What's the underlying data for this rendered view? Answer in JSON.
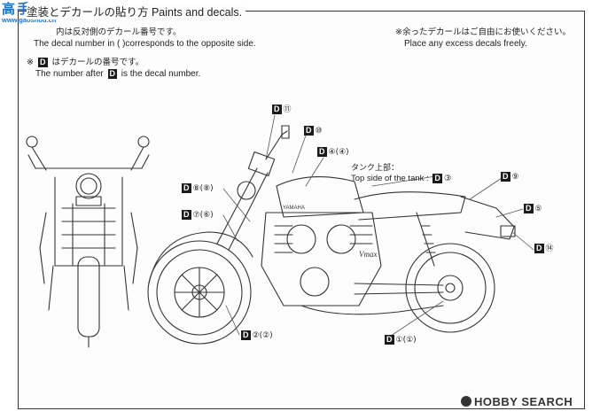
{
  "watermark": {
    "cn_logo": "高手",
    "cn_url": "www.gaoshou.cn"
  },
  "heading": {
    "text": "塗装とデカールの貼り方 Paints and decals."
  },
  "notes": {
    "opposite_jp": "内は反対側のデカール番号です。",
    "opposite_en_a": "The decal number in (",
    "opposite_en_b": ")corresponds to the opposite side.",
    "excess_jp": "※余ったデカールはご自由にお使いください。",
    "excess_en": "Place any excess decals freely.",
    "decal_jp_pre": "※",
    "decal_jp_post": "はデカールの番号です。",
    "decal_en_pre": "The number after",
    "decal_en_post": "is the decal number.",
    "d_letter": "D"
  },
  "callouts": [
    {
      "num": "⑪"
    },
    {
      "num": "⑩"
    },
    {
      "num": "④(④)"
    },
    {
      "num": "③"
    },
    {
      "num": "⑨"
    },
    {
      "num": "⑤"
    },
    {
      "num": "⑭"
    },
    {
      "num": "⑧(⑧)"
    },
    {
      "num": "⑦(⑥)"
    },
    {
      "num": "②(②)"
    },
    {
      "num": "①(①)"
    }
  ],
  "tank": {
    "jp": "タンク上部：",
    "en": "Top side of the tank :"
  },
  "bike_text": {
    "tank_brand": "YAMAHA",
    "side_logo": "Vmax"
  },
  "footer": {
    "brand": "HOBBY SEARCH"
  }
}
